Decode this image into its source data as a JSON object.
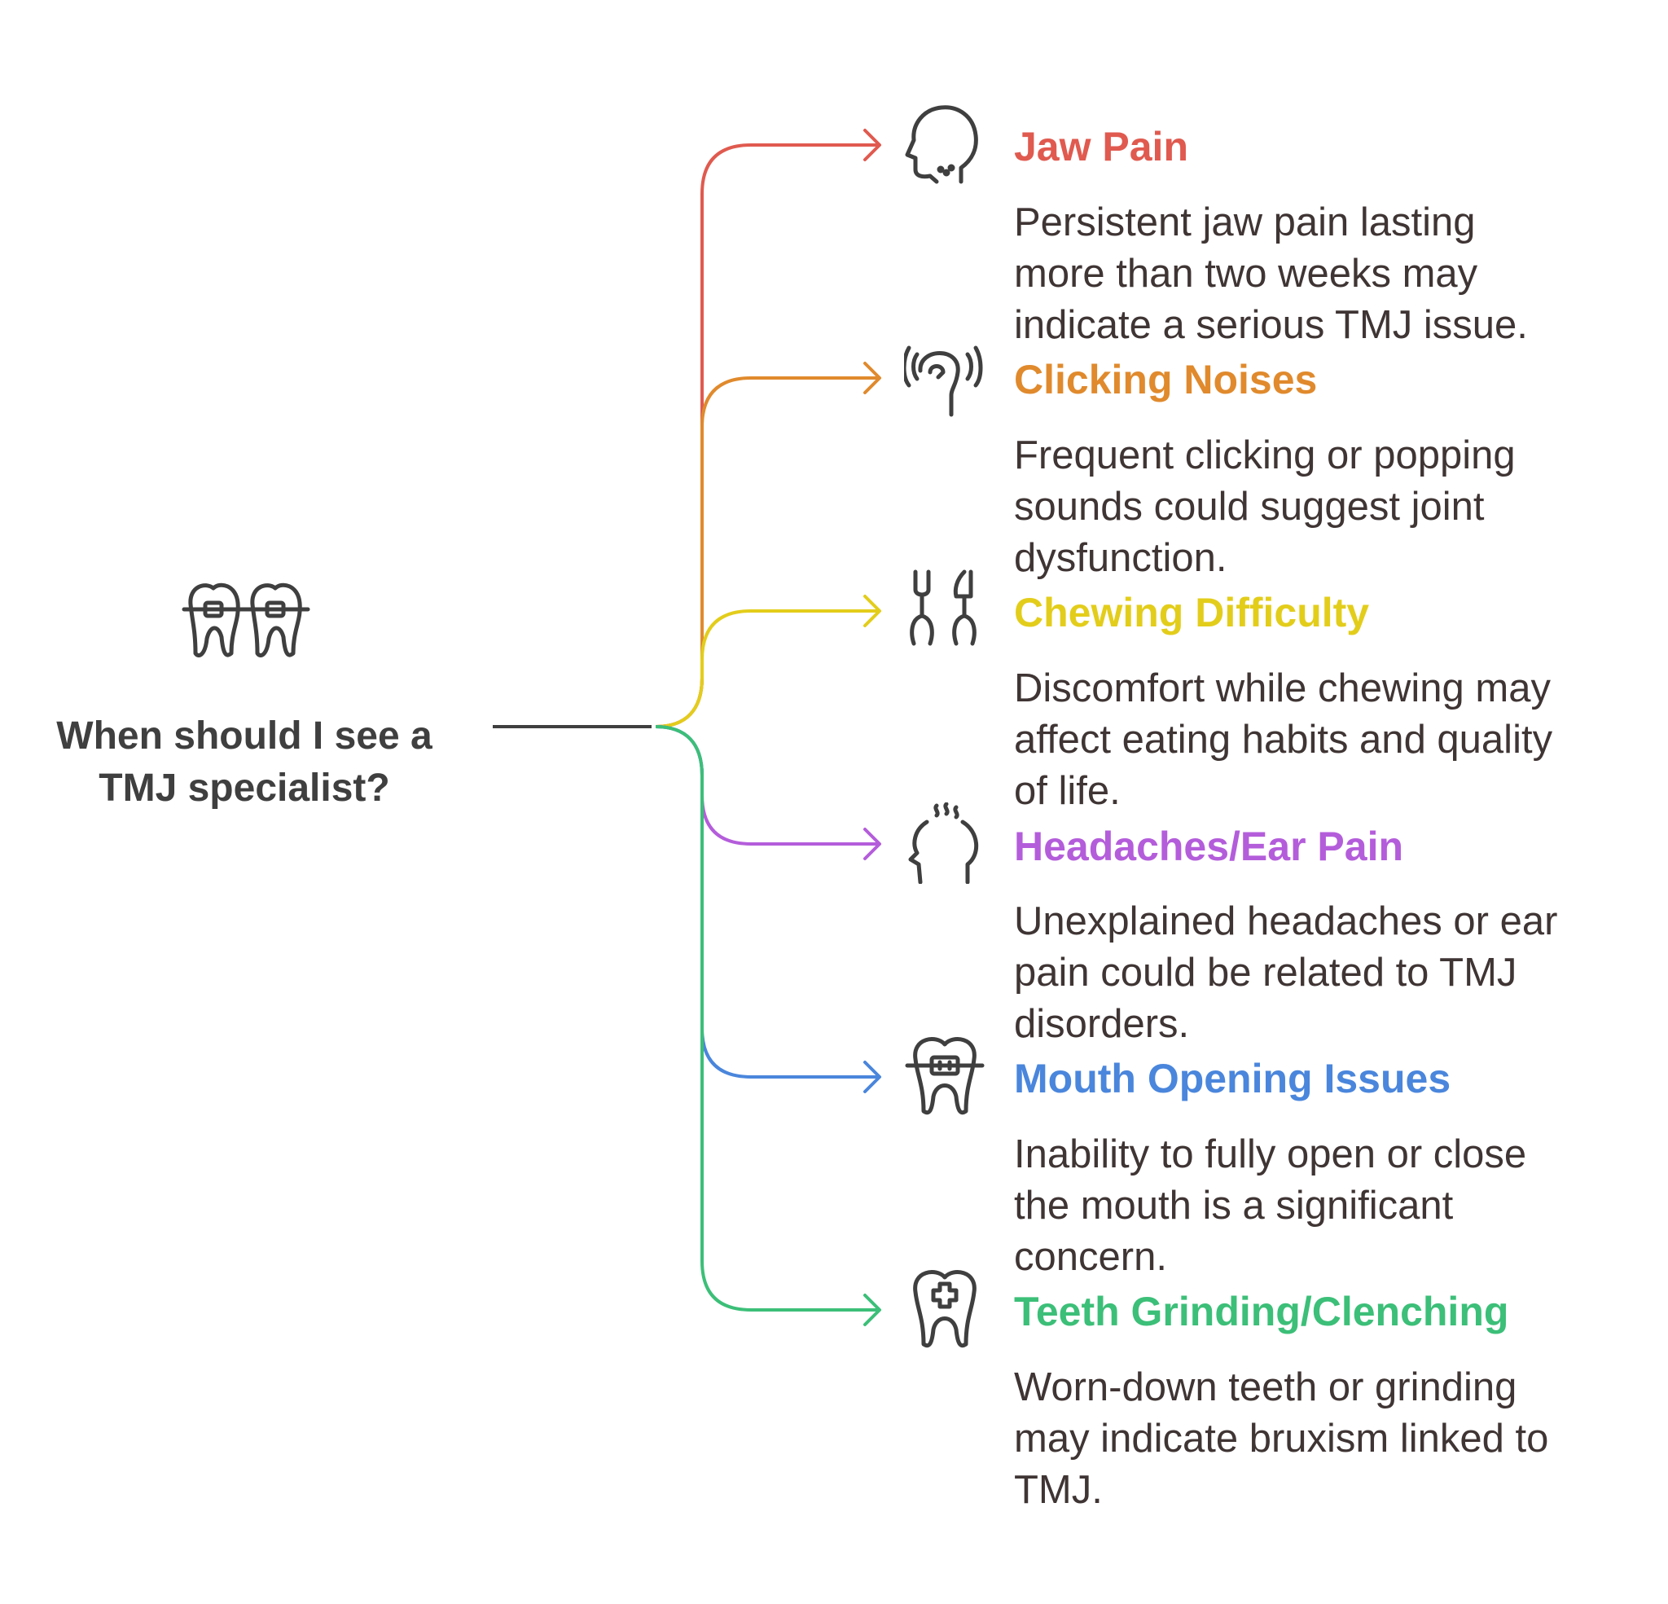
{
  "question": {
    "line1": "When should I see a",
    "line2": "TMJ specialist?",
    "icon": "teeth-braces-icon"
  },
  "colors": {
    "stem": "#3f3f3f",
    "icon_stroke": "#3f3f3f"
  },
  "items": [
    {
      "title": "Jaw Pain",
      "color": "#e05a4f",
      "icon": "head-profile-icon",
      "lines": [
        "Persistent jaw pain lasting",
        "more than two weeks may",
        "indicate a serious TMJ issue."
      ]
    },
    {
      "title": "Clicking Noises",
      "color": "#e08a2d",
      "icon": "ear-sound-icon",
      "lines": [
        "Frequent clicking or popping",
        "sounds could suggest joint",
        "dysfunction."
      ]
    },
    {
      "title": "Chewing Difficulty",
      "color": "#e3cd1b",
      "icon": "dental-tools-icon",
      "lines": [
        "Discomfort while chewing may",
        "affect eating habits and quality",
        "of life."
      ]
    },
    {
      "title": "Headaches/Ear Pain",
      "color": "#b45ddb",
      "icon": "head-ache-icon",
      "lines": [
        "Unexplained headaches or ear",
        "pain could be related to TMJ",
        "disorders."
      ]
    },
    {
      "title": "Mouth Opening Issues",
      "color": "#4a86dc",
      "icon": "tooth-braces-icon",
      "lines": [
        "Inability to fully open or close",
        "the mouth is a significant",
        "concern."
      ]
    },
    {
      "title": "Teeth Grinding/Clenching",
      "color": "#3cbf78",
      "icon": "tooth-cross-icon",
      "lines": [
        "Worn-down teeth or grinding",
        "may indicate bruxism linked to",
        "TMJ."
      ]
    }
  ]
}
